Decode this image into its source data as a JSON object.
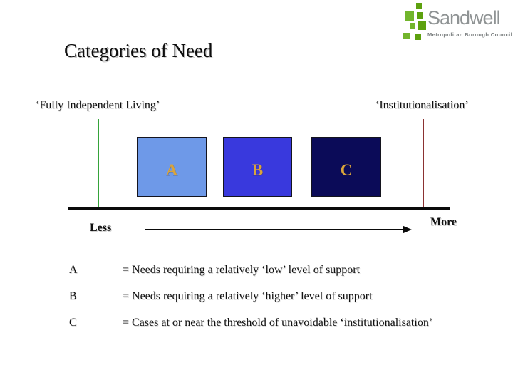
{
  "logo": {
    "name": "Sandwell",
    "subtitle": "Metropolitan Borough Council",
    "green_dark": "#5da10e",
    "green_light": "#72b52c",
    "text_color": "#8f9394"
  },
  "title": "Categories of Need",
  "diagram": {
    "left_label": "‘Fully Independent Living’",
    "right_label": "‘Institutionalisation’",
    "left_line_color": "#35a33a",
    "right_line_color": "#8b3232",
    "letter_color": "#d9a43c",
    "boxes": [
      {
        "letter": "A",
        "fill": "#6e99e8"
      },
      {
        "letter": "B",
        "fill": "#3939dd"
      },
      {
        "letter": "C",
        "fill": "#0b0b58"
      }
    ],
    "axis": {
      "less_label": "Less",
      "more_label": "More"
    }
  },
  "legend": [
    {
      "key": "A",
      "text": "= Needs requiring a relatively ‘low’ level of support"
    },
    {
      "key": "B",
      "text": "= Needs requiring a relatively ‘higher’ level of support"
    },
    {
      "key": "C",
      "text": "= Cases at or near the threshold of unavoidable ‘institutionalisation’"
    }
  ]
}
